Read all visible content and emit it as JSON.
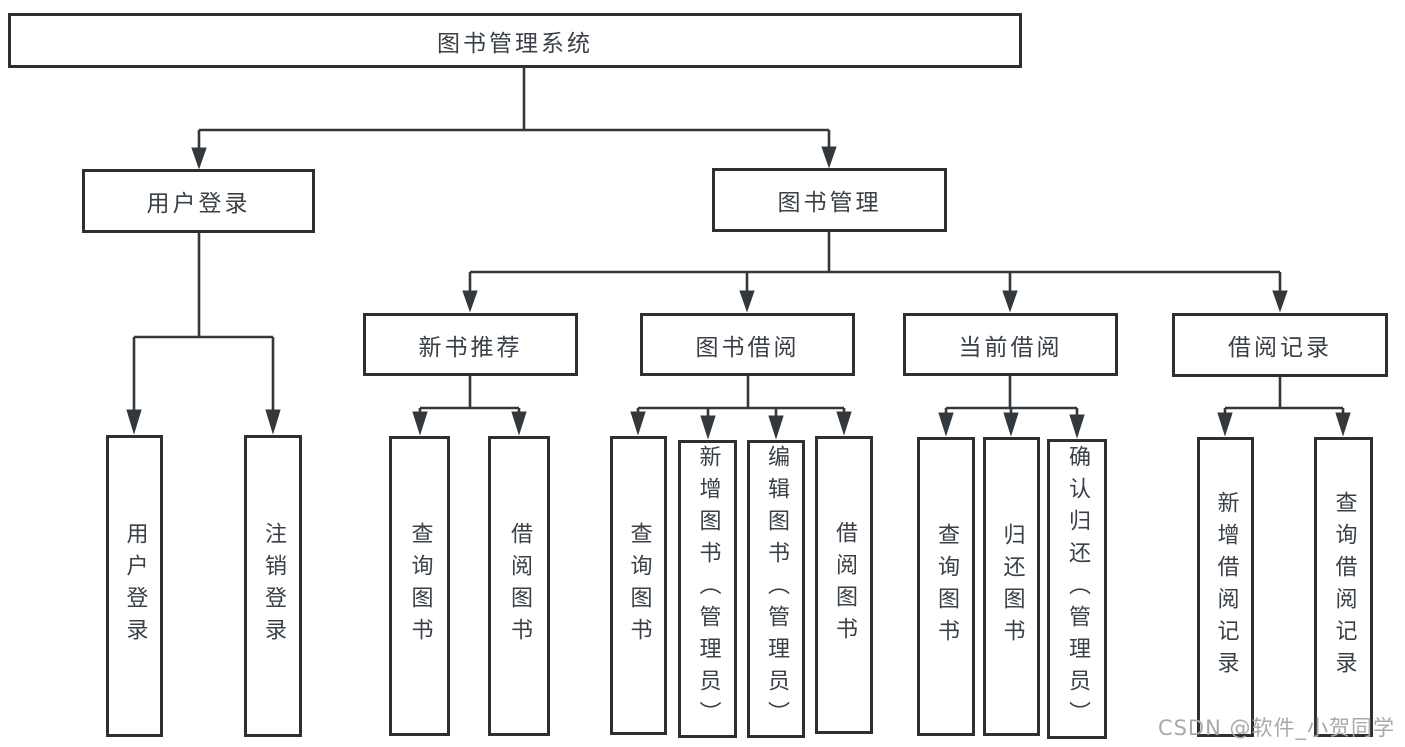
{
  "meta": {
    "watermark": "CSDN @软件_小贺同学"
  },
  "theme": {
    "background": "#ffffff",
    "box_bg": "#ffffff",
    "box_border": "#2d2f31",
    "line": "#33383c",
    "text": "#3a4047",
    "watermark": "#a9a9a9"
  },
  "tree": {
    "root": {
      "label": "图书管理系统"
    },
    "branches": [
      {
        "label": "用户登录",
        "children": [
          {
            "label": "用户登录"
          },
          {
            "label": "注销登录"
          }
        ]
      },
      {
        "label": "图书管理",
        "children": [
          {
            "label": "新书推荐",
            "children": [
              {
                "label": "查询图书"
              },
              {
                "label": "借阅图书"
              }
            ]
          },
          {
            "label": "图书借阅",
            "children": [
              {
                "label": "查询图书"
              },
              {
                "label": "新增图书（管理员）"
              },
              {
                "label": "编辑图书（管理员）"
              },
              {
                "label": "借阅图书"
              }
            ]
          },
          {
            "label": "当前借阅",
            "children": [
              {
                "label": "查询图书"
              },
              {
                "label": "归还图书"
              },
              {
                "label": "确认归还（管理员）"
              }
            ]
          },
          {
            "label": "借阅记录",
            "children": [
              {
                "label": "新增借阅记录"
              },
              {
                "label": "查询借阅记录"
              }
            ]
          }
        ]
      }
    ]
  }
}
